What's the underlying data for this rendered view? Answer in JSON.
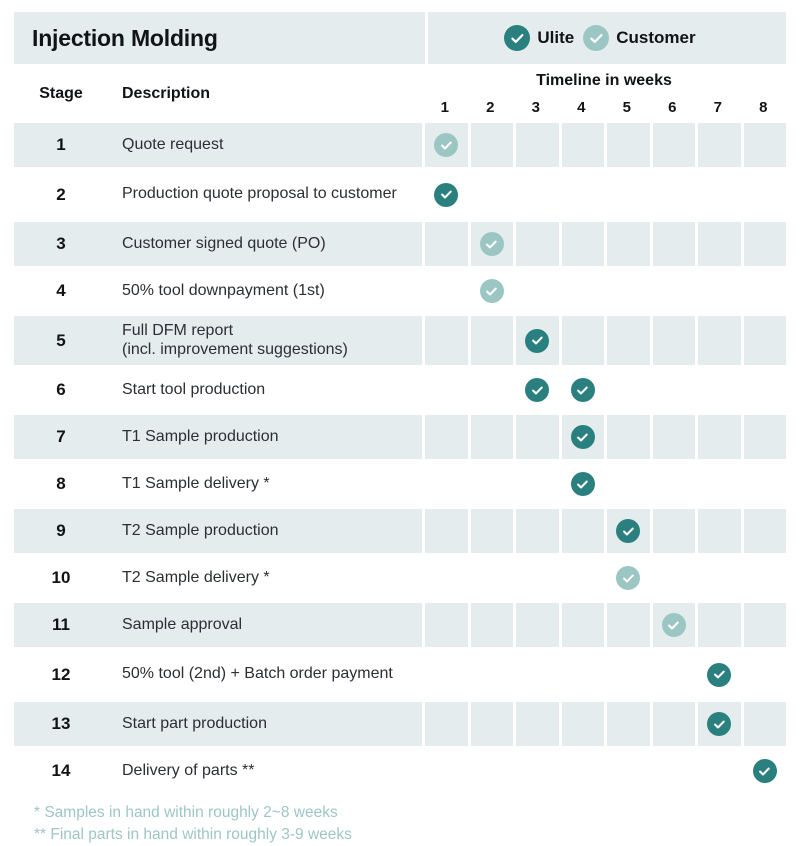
{
  "header": {
    "title": "Injection Molding",
    "legend": [
      {
        "label": "Ulite",
        "kind": "ulite",
        "color": "#2a807e",
        "icon": "check-circle-icon"
      },
      {
        "label": "Customer",
        "kind": "customer",
        "color": "#9cc6c4",
        "icon": "check-circle-icon"
      }
    ]
  },
  "columns": {
    "stage": "Stage",
    "description": "Description",
    "timeline_title": "Timeline in weeks",
    "weeks": [
      "1",
      "2",
      "3",
      "4",
      "5",
      "6",
      "7",
      "8"
    ]
  },
  "rows": [
    {
      "stage": "1",
      "description": "Quote request",
      "marks": [
        {
          "week": 1,
          "kind": "customer"
        }
      ]
    },
    {
      "stage": "2",
      "description": "Production quote proposal to customer",
      "marks": [
        {
          "week": 1,
          "kind": "ulite"
        }
      ]
    },
    {
      "stage": "3",
      "description": "Customer signed quote  (PO)",
      "marks": [
        {
          "week": 2,
          "kind": "customer"
        }
      ]
    },
    {
      "stage": "4",
      "description": "50% tool downpayment  (1st)",
      "marks": [
        {
          "week": 2,
          "kind": "customer"
        }
      ]
    },
    {
      "stage": "5",
      "description": "Full DFM report\n(incl. improvement suggestions)",
      "marks": [
        {
          "week": 3,
          "kind": "ulite"
        }
      ]
    },
    {
      "stage": "6",
      "description": "Start tool production",
      "marks": [
        {
          "week": 3,
          "kind": "ulite"
        },
        {
          "week": 4,
          "kind": "ulite"
        }
      ]
    },
    {
      "stage": "7",
      "description": "T1 Sample production",
      "marks": [
        {
          "week": 4,
          "kind": "ulite"
        }
      ]
    },
    {
      "stage": "8",
      "description": "T1 Sample delivery *",
      "marks": [
        {
          "week": 4,
          "kind": "ulite"
        }
      ]
    },
    {
      "stage": "9",
      "description": "T2 Sample production",
      "marks": [
        {
          "week": 5,
          "kind": "ulite"
        }
      ]
    },
    {
      "stage": "10",
      "description": "T2 Sample delivery *",
      "marks": [
        {
          "week": 5,
          "kind": "customer"
        }
      ]
    },
    {
      "stage": "11",
      "description": "Sample approval",
      "marks": [
        {
          "week": 6,
          "kind": "customer"
        }
      ]
    },
    {
      "stage": "12",
      "description": "50% tool (2nd) + Batch order payment",
      "marks": [
        {
          "week": 7,
          "kind": "ulite"
        }
      ]
    },
    {
      "stage": "13",
      "description": "Start part production",
      "marks": [
        {
          "week": 7,
          "kind": "ulite"
        }
      ]
    },
    {
      "stage": "14",
      "description": "Delivery of parts **",
      "marks": [
        {
          "week": 8,
          "kind": "ulite"
        }
      ]
    }
  ],
  "notes": [
    "* Samples in hand within roughly 2~8 weeks",
    "** Final parts in hand within roughly 3-9 weeks"
  ],
  "colors": {
    "ulite": "#2a807e",
    "customer": "#9cc6c4",
    "stripe": "#e4ecee",
    "note_text": "#9dc6c4",
    "text": "#111416"
  }
}
